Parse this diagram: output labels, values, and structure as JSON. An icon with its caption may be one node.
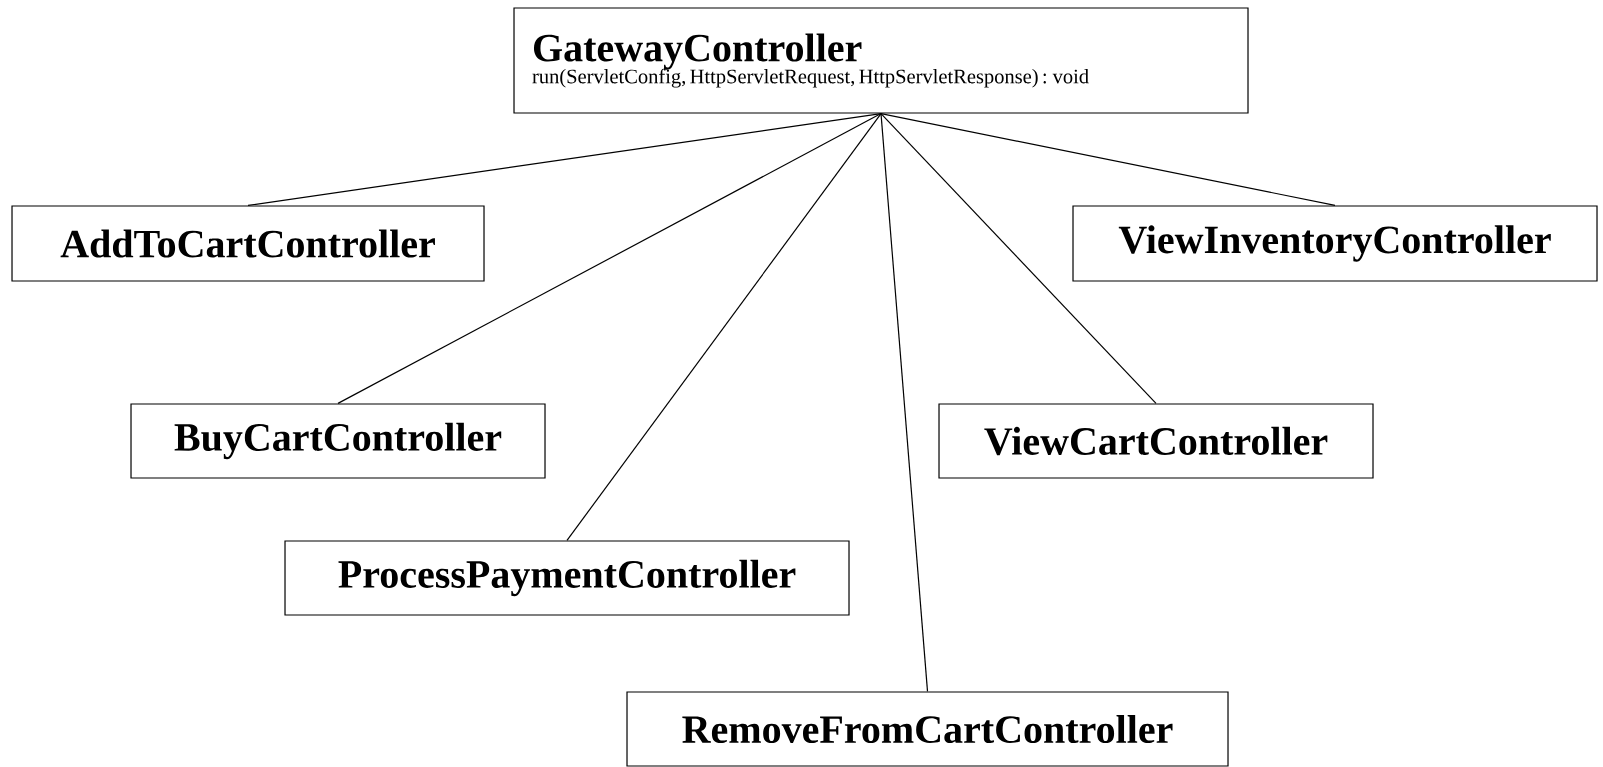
{
  "diagram": {
    "nodes": [
      {
        "text": [
          "GatewayController",
          "run(ServletConfig, HttpServletRequest, HttpServletResponse) : void"
        ]
      },
      {
        "text": [
          "AddToCartController"
        ]
      },
      {
        "text": [
          "ViewInventoryController"
        ]
      },
      {
        "text": [
          "BuyCartController"
        ]
      },
      {
        "text": [
          "ViewCartController"
        ]
      },
      {
        "text": [
          "ProcessPaymentController"
        ]
      },
      {
        "text": [
          "RemoveFromCartController"
        ]
      }
    ],
    "edges": [
      {
        "from": 0,
        "to": 1,
        "arrow": "none"
      },
      {
        "from": 0,
        "to": 2,
        "arrow": "none"
      },
      {
        "from": 0,
        "to": 3,
        "arrow": "none"
      },
      {
        "from": 0,
        "to": 4,
        "arrow": "none"
      },
      {
        "from": 0,
        "to": 5,
        "arrow": "none"
      },
      {
        "from": 0,
        "to": 6,
        "arrow": "none"
      }
    ]
  }
}
